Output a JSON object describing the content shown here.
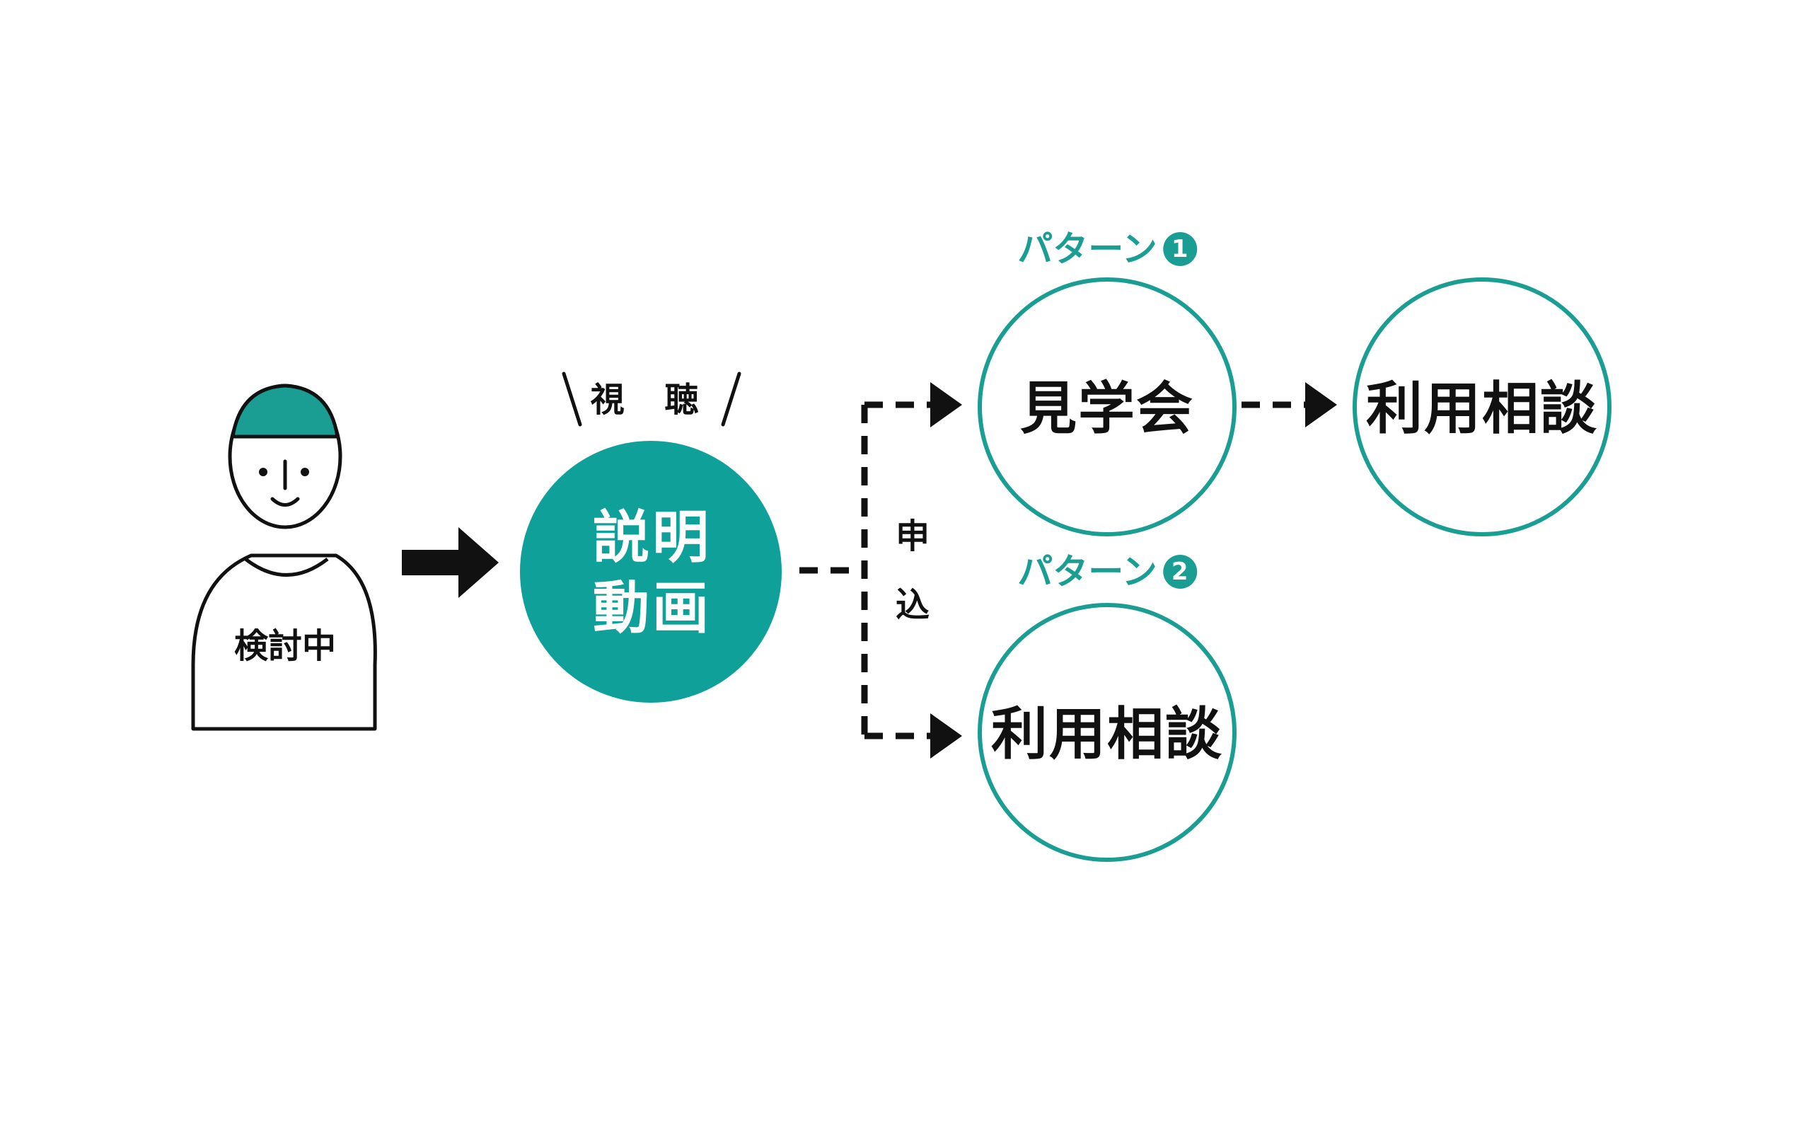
{
  "colors": {
    "accent": "#1a9e94",
    "ink": "#111111",
    "background": "#ffffff"
  },
  "person": {
    "shirt_text": "検討中"
  },
  "video": {
    "caption": "視 聴",
    "line1": "説明",
    "line2": "動画"
  },
  "branch": {
    "label_char1": "申",
    "label_char2": "込"
  },
  "pattern1": {
    "title": "パターン",
    "number": "1",
    "step1": "見学会",
    "step2": "利用相談"
  },
  "pattern2": {
    "title": "パターン",
    "number": "2",
    "step1": "利用相談"
  }
}
